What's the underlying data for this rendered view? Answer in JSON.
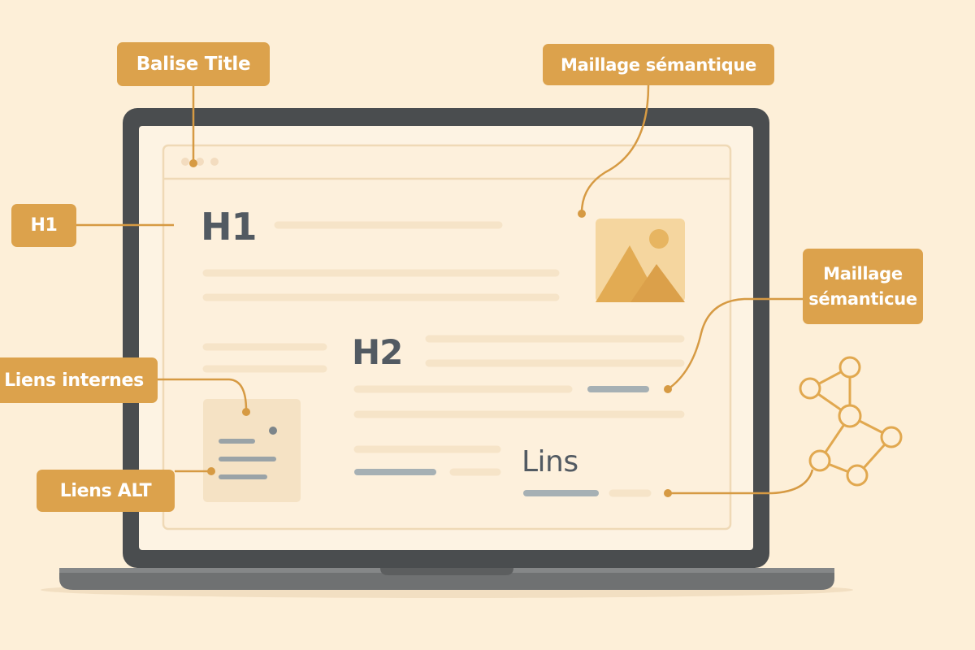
{
  "callouts": {
    "balise_title": "Balise Title",
    "maillage_top": "Maillage sémantique",
    "h1": "H1",
    "maillage_right_line1": "Maillage",
    "maillage_right_line2": "sémanticue",
    "liens_internes": "Liens internes",
    "liens_alt": "Liens ALT"
  },
  "page_headings": {
    "h1": "H1",
    "h2": "H2",
    "lins": "Lins"
  },
  "icons": {
    "image": "image-placeholder-icon",
    "document": "document-icon",
    "network": "network-graph-icon"
  },
  "colors": {
    "background": "#fdefd8",
    "accent": "#dca24c",
    "laptop_frame": "#4a4d4f",
    "screen": "#fdf3e3",
    "text_dark": "#525a62",
    "placeholder_line": "#f6e4c8",
    "link_line": "#a6b0b4"
  }
}
